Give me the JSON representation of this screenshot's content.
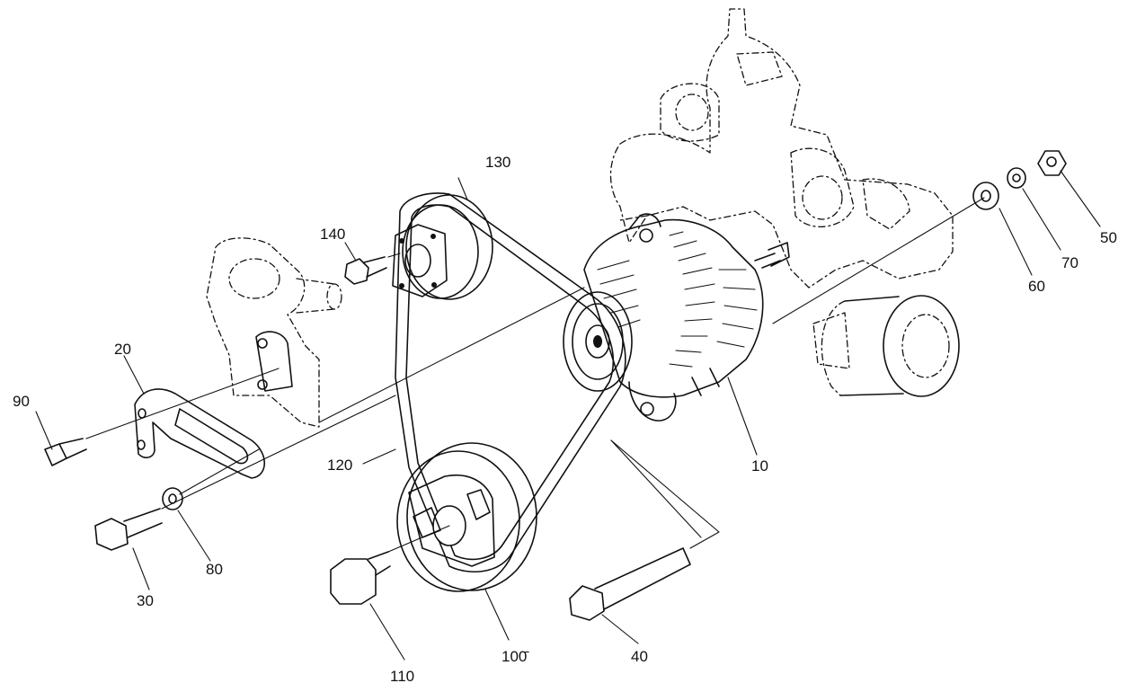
{
  "callouts": [
    {
      "id": "p10",
      "label": "10"
    },
    {
      "id": "p20",
      "label": "20"
    },
    {
      "id": "p30",
      "label": "30"
    },
    {
      "id": "p40",
      "label": "40"
    },
    {
      "id": "p50",
      "label": "50"
    },
    {
      "id": "p60",
      "label": "60"
    },
    {
      "id": "p70",
      "label": "70"
    },
    {
      "id": "p80",
      "label": "80"
    },
    {
      "id": "p90",
      "label": "90"
    },
    {
      "id": "p100",
      "label": "100̄"
    },
    {
      "id": "p110",
      "label": "110"
    },
    {
      "id": "p120",
      "label": "120"
    },
    {
      "id": "p130",
      "label": "130"
    },
    {
      "id": "p140",
      "label": "140"
    }
  ]
}
